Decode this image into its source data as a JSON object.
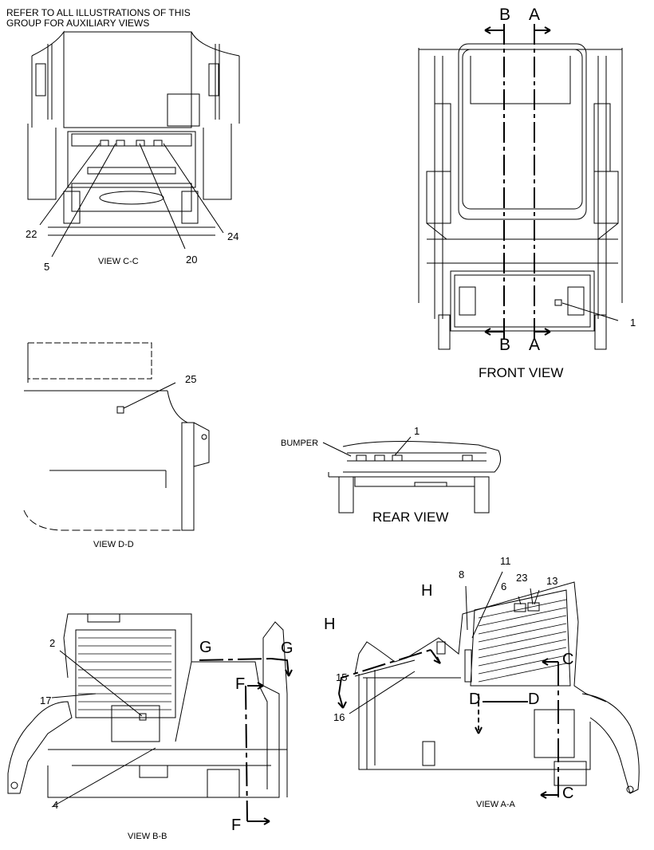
{
  "header_note": "REFER TO ALL ILLUSTRATIONS OF THIS GROUP FOR AUXILIARY VIEWS",
  "views": {
    "cc": {
      "title": "VIEW C-C",
      "callouts": [
        "22",
        "5",
        "20",
        "24"
      ]
    },
    "front": {
      "title": "FRONT VIEW",
      "section_top": [
        "B",
        "A"
      ],
      "section_bottom": [
        "B",
        "A"
      ],
      "callout": "1"
    },
    "dd": {
      "title": "VIEW D-D",
      "callout": "25"
    },
    "rear": {
      "title": "REAR VIEW",
      "bumper_label": "BUMPER",
      "callout": "1"
    },
    "bb": {
      "title": "VIEW B-B",
      "callouts": [
        "2",
        "17",
        "4"
      ],
      "section_g": [
        "G",
        "G"
      ],
      "section_f": [
        "F",
        "F"
      ]
    },
    "aa": {
      "title": "VIEW A-A",
      "callouts": [
        "8",
        "11",
        "23",
        "6",
        "13",
        "15",
        "16"
      ],
      "section_h": [
        "H",
        "H"
      ],
      "section_c": [
        "C",
        "C"
      ],
      "section_d": [
        "D",
        "D"
      ]
    }
  }
}
